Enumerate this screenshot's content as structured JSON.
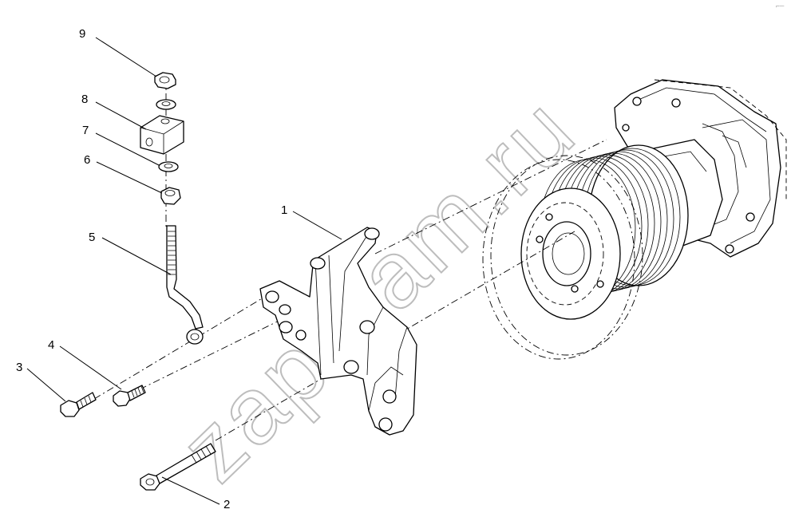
{
  "watermark": "zap-kam.ru",
  "corner_mark": "⌐─",
  "callouts": [
    "1",
    "2",
    "3",
    "4",
    "5",
    "6",
    "7",
    "8",
    "9"
  ]
}
